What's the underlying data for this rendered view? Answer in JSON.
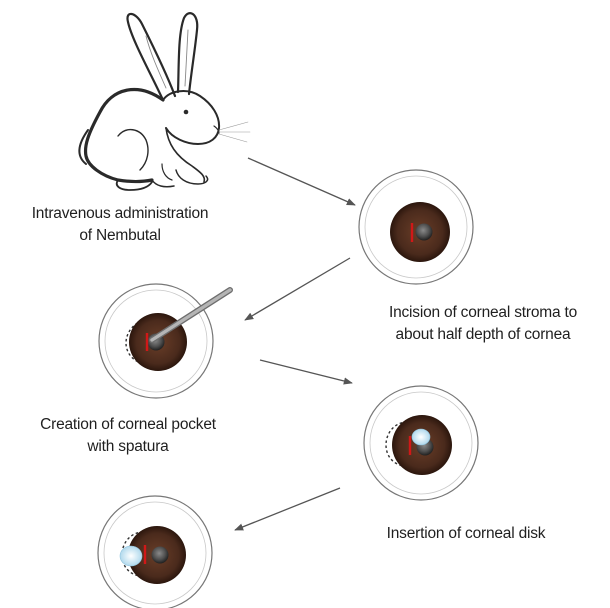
{
  "steps": [
    {
      "id": "step-1",
      "lines": [
        "Intravenous administration",
        "of Nembutal"
      ]
    },
    {
      "id": "step-2",
      "lines": [
        "Incision of corneal stroma to",
        "about half depth of cornea"
      ]
    },
    {
      "id": "step-3",
      "lines": [
        "Creation of corneal pocket",
        "with spatura"
      ]
    },
    {
      "id": "step-4",
      "lines": [
        "Insertion of corneal disk"
      ]
    }
  ],
  "illustrations": {
    "animal": "rabbit",
    "eyes": [
      {
        "id": "eye-incision",
        "incision": true,
        "pocket": false,
        "spatula": false,
        "disk": "none"
      },
      {
        "id": "eye-pocket",
        "incision": true,
        "pocket": true,
        "spatula": true,
        "disk": "none"
      },
      {
        "id": "eye-disk-insertion",
        "incision": true,
        "pocket": true,
        "spatula": false,
        "disk": "at-incision"
      },
      {
        "id": "eye-disk-inserted",
        "incision": true,
        "pocket": true,
        "spatula": false,
        "disk": "inside-pocket"
      }
    ]
  },
  "colors": {
    "iris": "#4a2a1c",
    "iris_edge": "#2b160d",
    "pupil": "#555555",
    "incision": "#d01818",
    "disk": "#cfe8f4",
    "spatula": "#9a9a9a",
    "outline": "#777777",
    "arrow": "#555555",
    "text": "#1f1f1f"
  }
}
